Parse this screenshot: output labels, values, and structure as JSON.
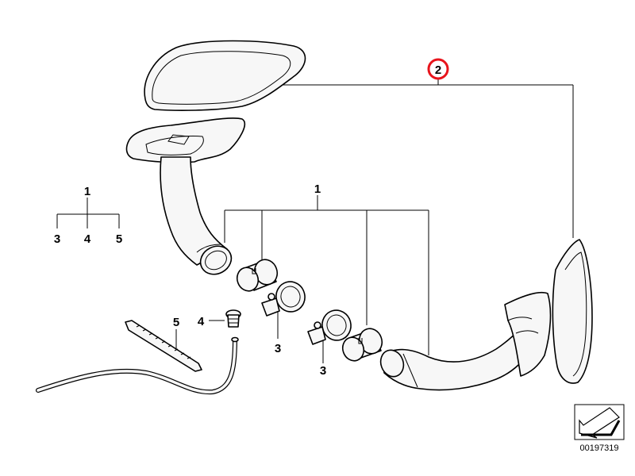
{
  "callouts": {
    "top_left_group": {
      "head": "1",
      "a": "3",
      "b": "4",
      "c": "5"
    },
    "center_group": "1",
    "circled_part": "2",
    "clamp_a": "3",
    "clamp_b": "3",
    "screw": "4",
    "cable_tie": "5"
  },
  "footer": {
    "diagram_code": "00197319"
  },
  "colors": {
    "circle_accent": "#e8141c",
    "line": "#000000",
    "fill": "#f7f7f7"
  }
}
